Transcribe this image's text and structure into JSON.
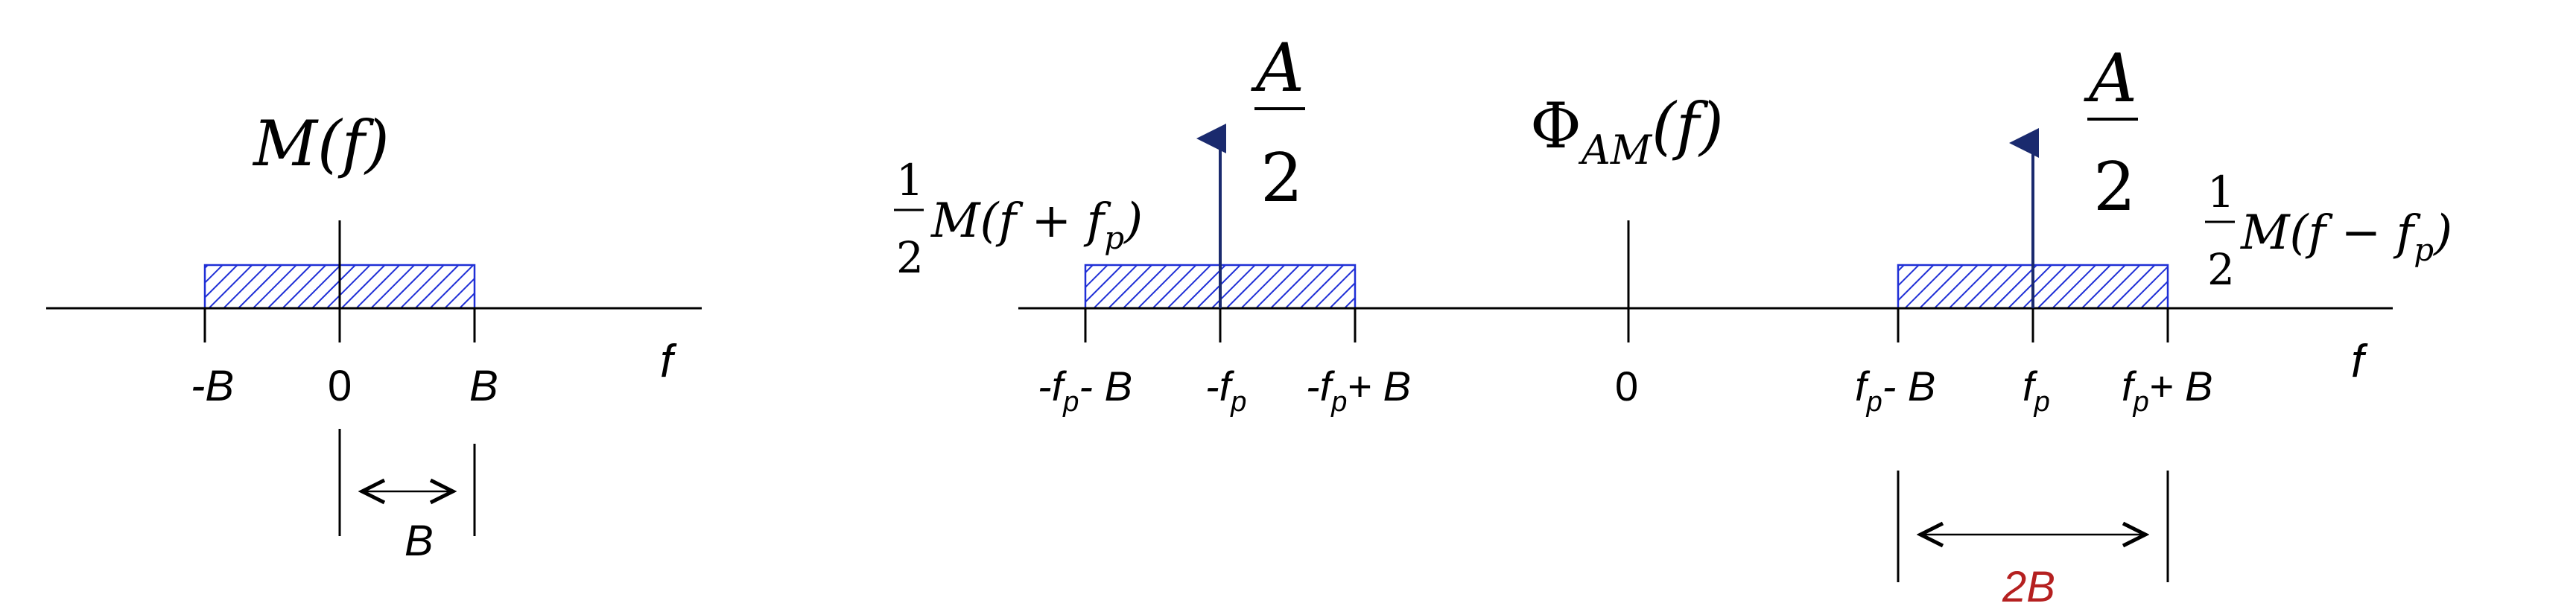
{
  "left": {
    "title": "M(f)",
    "ticks": [
      "-B",
      "0",
      "B"
    ],
    "freq_axis": "f",
    "width_label": "B"
  },
  "right": {
    "title_phi": "Φ",
    "title_sub": "AM",
    "title_arg": "(f)",
    "amp_num": "A",
    "amp_den": "2",
    "left_band_label": "M(f + f",
    "left_band_label_sub": "p",
    "right_band_label": "M(f − f",
    "right_band_label_sub": "p",
    "half_num": "1",
    "half_den": "2",
    "tick_minus_fp_minus_B": [
      "-f",
      "p",
      "- B"
    ],
    "tick_minus_fp": [
      "-f",
      "p"
    ],
    "tick_minus_fp_plus_B": [
      "-f",
      "p",
      "+ B"
    ],
    "tick_zero": "0",
    "tick_fp_minus_B": [
      "f",
      "p",
      "- B"
    ],
    "tick_fp": [
      "f",
      "p"
    ],
    "tick_fp_plus_B": [
      "f",
      "p",
      "+ B"
    ],
    "freq_axis": "f",
    "width_label": "2B"
  },
  "colors": {
    "hatch": "#1f2fd6",
    "impulse": "#1a2a6e",
    "width_label_2B": "#b52020",
    "text": "#000000"
  }
}
